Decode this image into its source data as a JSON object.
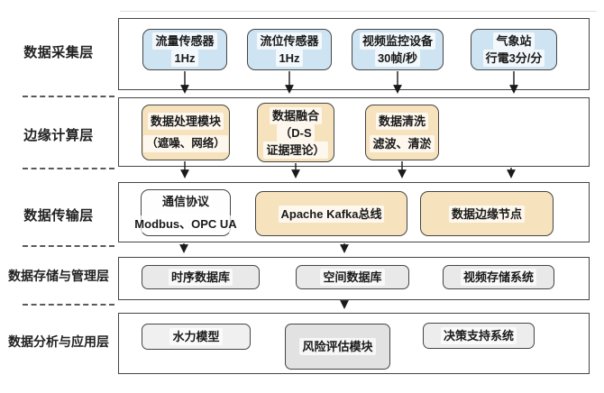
{
  "layers": [
    {
      "label": "数据采集层",
      "boxes": [
        {
          "name": "flow-sensor",
          "lines": [
            "流量传感器",
            "1Hz"
          ]
        },
        {
          "name": "level-sensor",
          "lines": [
            "流位传感器",
            "1Hz"
          ]
        },
        {
          "name": "video-device",
          "lines": [
            "视频监控设备",
            "30帧/秒"
          ]
        },
        {
          "name": "weather-station",
          "lines": [
            "气象站",
            "行電3分/分"
          ]
        }
      ]
    },
    {
      "label": "边缘计算层",
      "boxes": [
        {
          "name": "data-processing",
          "lines": [
            "数据处理模块",
            "（遮噪、网络）"
          ]
        },
        {
          "name": "data-fusion",
          "lines": [
            "数据融合",
            "（D-S",
            "证据理论）"
          ]
        },
        {
          "name": "data-cleaning",
          "lines": [
            "数据清洗",
            "滤波、清淤"
          ]
        }
      ]
    },
    {
      "label": "数据传输层",
      "boxes": [
        {
          "name": "comm-protocol",
          "lines": [
            "通信协议",
            "Modbus、OPC UA"
          ]
        },
        {
          "name": "kafka-bus",
          "lines": [
            "Apache Kafka总线"
          ]
        },
        {
          "name": "edge-node",
          "lines": [
            "数据边缘节点"
          ]
        }
      ]
    },
    {
      "label": "数据存储与管理层",
      "boxes": [
        {
          "name": "timeseries-db",
          "lines": [
            "时序数据库"
          ]
        },
        {
          "name": "spatial-db",
          "lines": [
            "空间数据库"
          ]
        },
        {
          "name": "video-storage",
          "lines": [
            "视频存储系统"
          ]
        }
      ]
    },
    {
      "label": "数据分析与应用层",
      "boxes": [
        {
          "name": "hydraulic-model",
          "lines": [
            "水力模型"
          ]
        },
        {
          "name": "risk-assessment",
          "lines": [
            "风险评估模块"
          ]
        },
        {
          "name": "decision-support",
          "lines": [
            "决策支持系统"
          ]
        }
      ]
    }
  ],
  "colors": {
    "sensor_blue": "#cfe4f3",
    "edge_tan": "#f6e3bd",
    "neutral_gray": "#e9e9e9",
    "border": "#454545"
  }
}
